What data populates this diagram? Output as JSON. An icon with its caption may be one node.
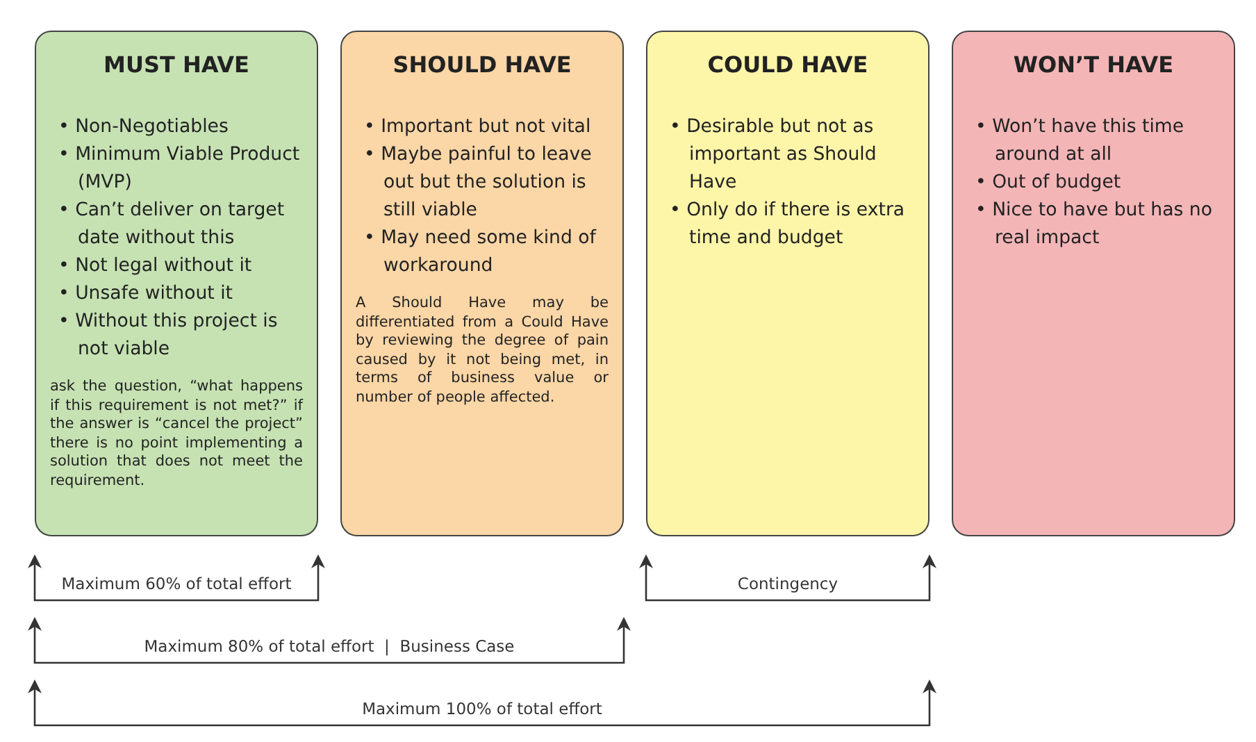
{
  "diagram": {
    "nodes": [
      {
        "text": [
          "MUST HAVE",
          "• Non-Negotiables",
          "• Minimum Viable Product (MVP)",
          "• Can’t deliver on target date without this",
          "• Not legal without it",
          "• Unsafe without it",
          "• Without this project is not viable",
          "ask the question, “what happens if this requirement is not met?” if the answer is “cancel the project” there is no point implementing a solution that does not meet the requirement."
        ]
      },
      {
        "text": [
          "SHOULD HAVE",
          "• Important but not vital",
          "• Maybe painful to leave out but the solution is still viable",
          "• May need some kind of workaround",
          "A Should Have may be differentiated from a Could Have by reviewing the degree of pain caused by it not being met, in terms of business value or number of people affected."
        ]
      },
      {
        "text": [
          "COULD HAVE",
          "• Desirable but not as important as Should Have",
          "• Only do if there is extra time and budget"
        ]
      },
      {
        "text": [
          "WON’T HAVE",
          "• Won’t have this time around at all",
          "• Out of budget",
          "• Nice to have but has no real impact"
        ]
      }
    ],
    "labels": [
      "Maximum 60% of total effort",
      "Contingency",
      "Maximum 80% of total effort  |  Business Case",
      "Maximum 100% of total effort"
    ]
  }
}
